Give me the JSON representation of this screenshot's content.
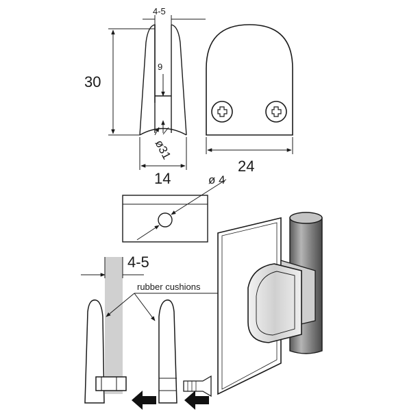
{
  "labels": {
    "slot_width_top": "4-5",
    "height": "30",
    "inner_depth": "9",
    "diameter_31": "ø31",
    "width_14": "14",
    "width_24": "24",
    "hole_diameter": "ø 4",
    "glass_thickness": "4-5",
    "rubber_cushions": "rubber cushions"
  },
  "colors": {
    "stroke": "#1a1a1a",
    "glass_strip": "#d0d0d0",
    "pipe_dark": "#6c6c6c",
    "pipe_light": "#a8a8a8",
    "clamp_shade": "#d7d7d7",
    "arrow_fill": "#111111"
  },
  "icons": [
    "phillips-screw-icon",
    "push-arrow-icon",
    "countersunk-screw-icon"
  ]
}
